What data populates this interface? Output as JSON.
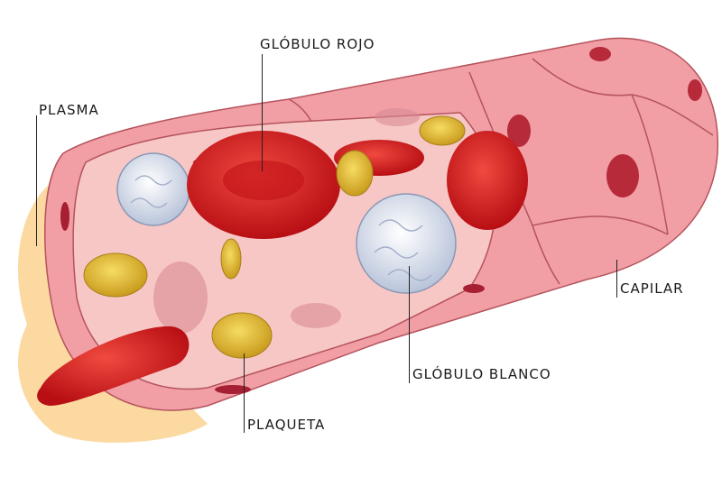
{
  "labels": {
    "red_cell": "GLÓBULO ROJO",
    "plasma": "PLASMA",
    "capillary": "CAPILAR",
    "white_cell": "GLÓBULO BLANCO",
    "platelet": "PLAQUETA"
  },
  "colors": {
    "tube_outer": "#f2a0a6",
    "tube_inner": "#f6c3c3",
    "red_cell": "#d81e1e",
    "platelet": "#e8c33a",
    "white_cell": "#eef2f8",
    "plasma": "#f9d79a"
  }
}
